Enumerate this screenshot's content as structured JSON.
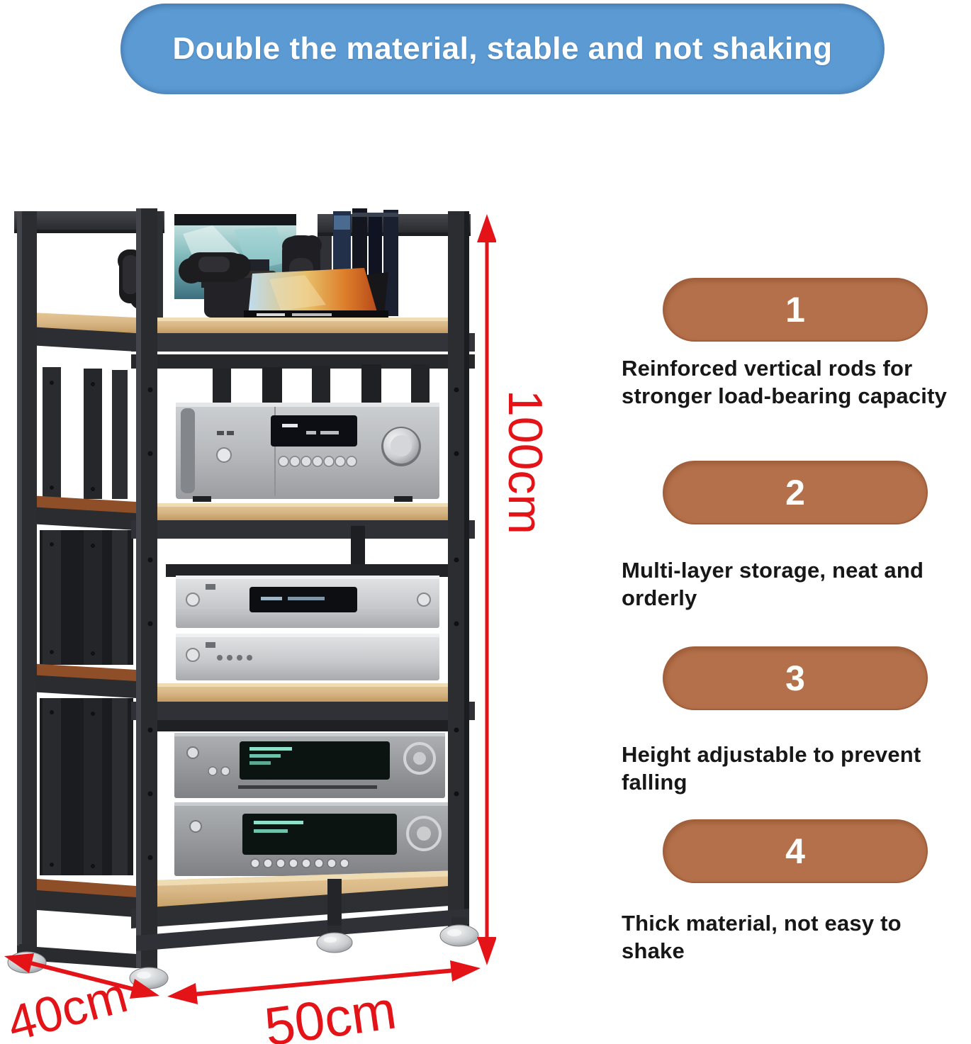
{
  "banner": {
    "title": "Double the material, stable and not shaking"
  },
  "dimensions": {
    "height": "100cm",
    "depth": "40cm",
    "width": "50cm"
  },
  "features": [
    {
      "number": "1",
      "text": "Reinforced vertical rods for\nstronger load-bearing capacity"
    },
    {
      "number": "2",
      "text": "Multi-layer storage, neat and\norderly"
    },
    {
      "number": "3",
      "text": "Height adjustable to prevent\nfalling"
    },
    {
      "number": "4",
      "text": "Thick material, not easy to\nshake"
    }
  ],
  "icons": {
    "dimension_arrows": "red double-headed measurement arrows",
    "product_photo": "black metal hifi rack with wood shelves holding audio equipment and game gear"
  },
  "colors": {
    "banner_blue": "#5b9ad3",
    "pill_brown": "#b3704a",
    "accent_red": "#e41318",
    "text_dark": "#171717",
    "wood": "#d9b887",
    "frame_black": "#2c2d31"
  }
}
